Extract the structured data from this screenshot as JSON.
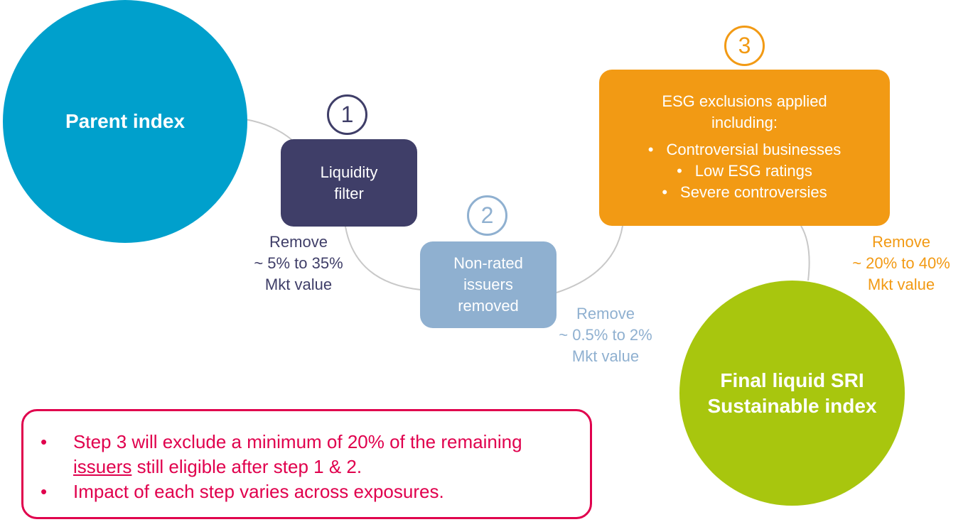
{
  "parent": {
    "label": "Parent index"
  },
  "steps": [
    {
      "number": "1",
      "box_lines": [
        "Liquidity",
        "filter"
      ],
      "remove_lines": [
        "Remove",
        "~ 5% to 35%",
        "Mkt value"
      ],
      "color": "#3f3e68"
    },
    {
      "number": "2",
      "box_lines": [
        "Non-rated",
        "issuers",
        "removed"
      ],
      "remove_lines": [
        "Remove",
        "~ 0.5% to 2%",
        "Mkt value"
      ],
      "color": "#8fb0d0"
    },
    {
      "number": "3",
      "box_lines": [
        "ESG exclusions applied",
        "including:"
      ],
      "bullets": [
        "Controversial businesses",
        "Low ESG ratings",
        "Severe controversies"
      ],
      "remove_lines": [
        "Remove",
        "~ 20% to 40%",
        "Mkt value"
      ],
      "color": "#f29a14"
    }
  ],
  "final": {
    "lines": [
      "Final liquid SRI",
      "Sustainable index"
    ]
  },
  "notes": {
    "note1_before": "Step 3 will exclude a minimum of 20% of the remaining",
    "note1_underlined": "issuers",
    "note1_after": " still eligible after step 1 & 2.",
    "note2": "Impact of each step varies across exposures."
  },
  "colors": {
    "parent": "#00a0cc",
    "final": "#a8c60e",
    "notes": "#e0004d",
    "connector": "#c8c8c8"
  }
}
